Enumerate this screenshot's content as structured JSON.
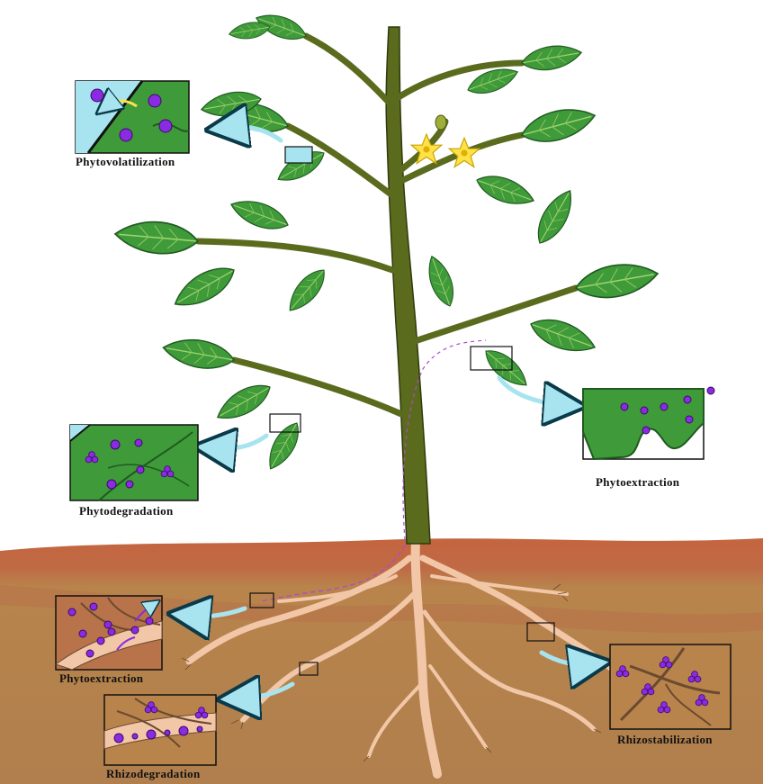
{
  "labels": {
    "phytovolatilization": "Phytovolatilization",
    "phytodegradation": "Phytodegradation",
    "phytoextraction_leaf": "Phytoextraction",
    "phytoextraction_root": "Phytoextraction",
    "rhizodegradation": "Rhizodegradation",
    "rhizostabilization": "Rhizostabilization"
  },
  "colors": {
    "leaf": "#3f9a3a",
    "leaf_dark": "#1f5a1f",
    "stem": "#5a6b1e",
    "soil_top": "#c56c4a",
    "soil": "#b8844c",
    "root": "#f2c7a8",
    "contaminant": "#8a2be2",
    "arrow": "#a8e4f0",
    "flower": "#ffe14a"
  },
  "icons": [
    "leaf-icon",
    "flower-icon",
    "root-icon",
    "contaminant-dot-icon",
    "arrow-icon"
  ]
}
